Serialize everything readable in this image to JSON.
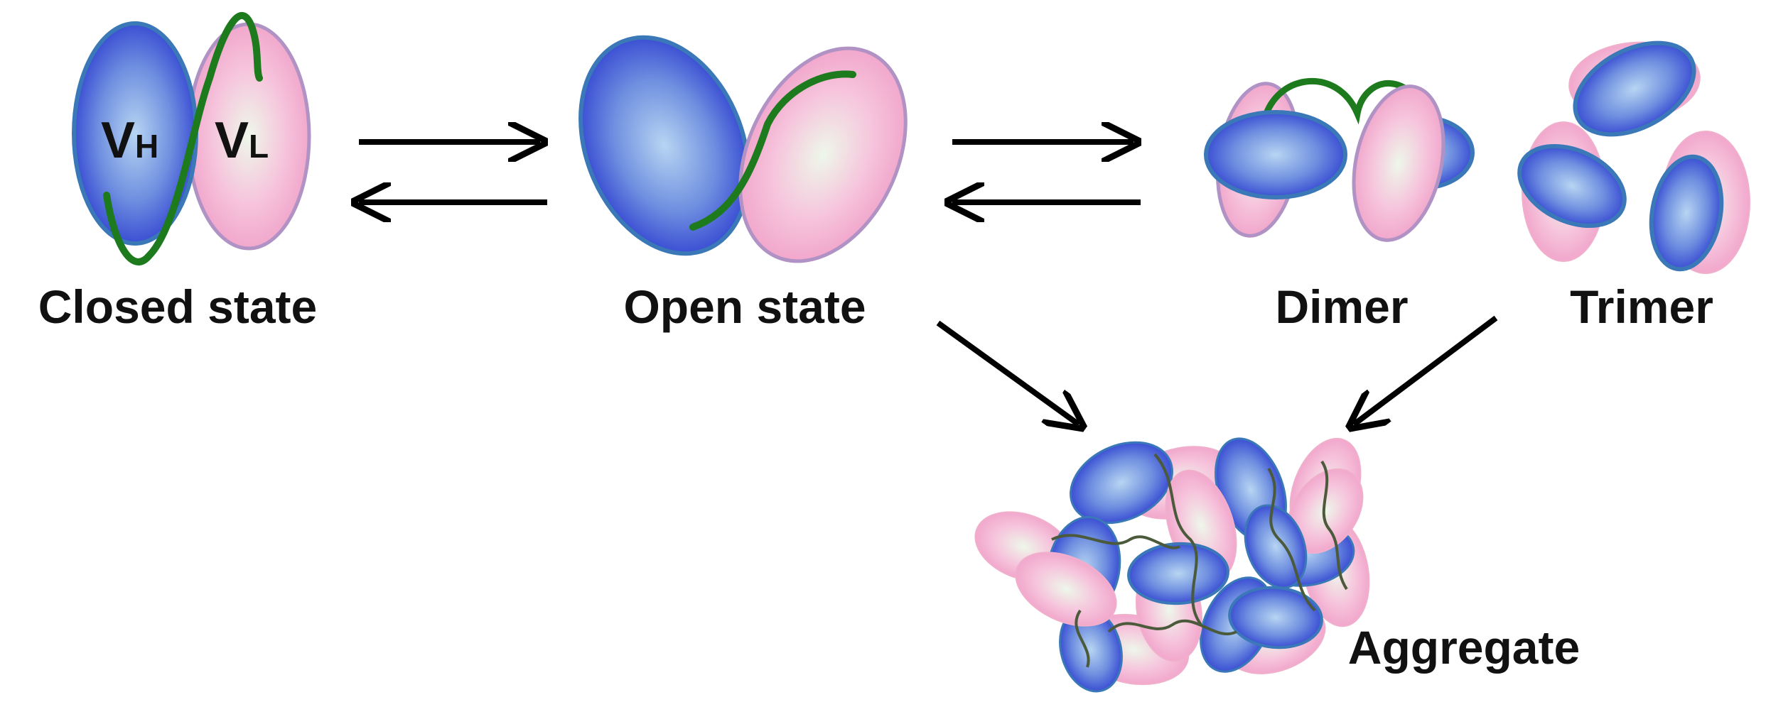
{
  "domains": {
    "heavy": {
      "main": "V",
      "sub": "H"
    },
    "light": {
      "main": "V",
      "sub": "L"
    }
  },
  "states": {
    "closed": "Closed state",
    "open": "Open state",
    "dimer": "Dimer",
    "trimer": "Trimer",
    "aggregate": "Aggregate"
  },
  "colors": {
    "heavy_center": "#a8c8ec",
    "heavy_edge": "#2e3fd0",
    "heavy_outline": "#3a78b8",
    "light_center": "#eef6ea",
    "light_edge": "#f2a8cc",
    "light_outline": "#b092c4",
    "linker": "#1d7a1d",
    "arrow": "#000000"
  }
}
